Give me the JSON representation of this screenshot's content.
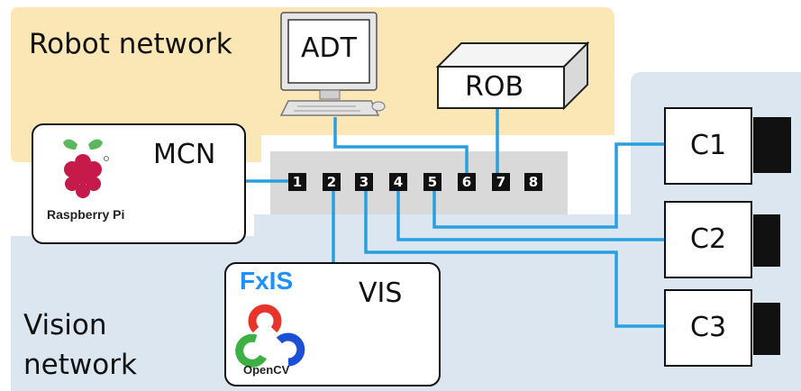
{
  "regions": {
    "robot": "Robot network",
    "vision_line1": "Vision",
    "vision_line2": "network"
  },
  "nodes": {
    "adt": "ADT",
    "rob": "ROB",
    "mcn": "MCN",
    "vis": "VIS",
    "c1": "C1",
    "c2": "C2",
    "c3": "C3"
  },
  "logos": {
    "raspberry": "Raspberry Pi",
    "fxis": "FxIS",
    "opencv": "OpenCV"
  },
  "switch_ports": [
    "1",
    "2",
    "3",
    "4",
    "5",
    "6",
    "7",
    "8"
  ],
  "colors": {
    "robot_region": "#fbe6b5",
    "vision_region": "#dce6f1",
    "cable": "#2a9fe0",
    "fxis_blue": "#1e90ff"
  }
}
